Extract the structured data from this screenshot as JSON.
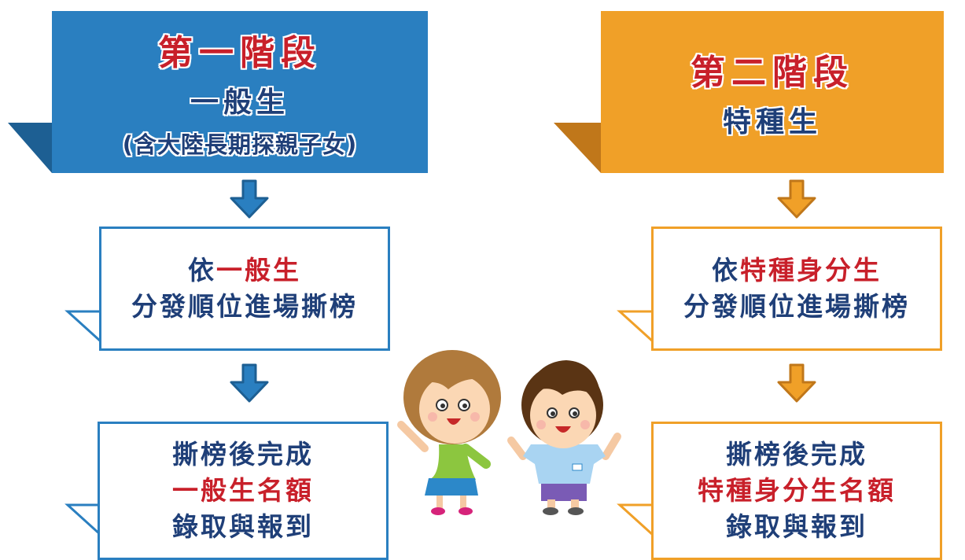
{
  "left": {
    "stage_title": "第一階段",
    "stage_subtitle": "一般生",
    "stage_note": "(含大陸長期探親子女)",
    "step1": {
      "pre": "依",
      "highlight": "一般生",
      "line2": "分發順位進場撕榜"
    },
    "step2": {
      "line1": "撕榜後完成",
      "highlight": "一般生名額",
      "line3": "錄取與報到"
    }
  },
  "right": {
    "stage_title": "第二階段",
    "stage_subtitle": "特種生",
    "step1": {
      "pre": "依",
      "highlight": "特種身分生",
      "line2": "分發順位進場撕榜"
    },
    "step2": {
      "line1": "撕榜後完成",
      "highlight": "特種身分生名額",
      "line3": "錄取與報到"
    }
  },
  "colors": {
    "blue": "#2a7fc0",
    "orange": "#f0a028",
    "title_red": "#c8202a",
    "text_navy": "#1f3f78"
  },
  "icons": [
    "down-arrow-icon",
    "kids-illustration"
  ]
}
